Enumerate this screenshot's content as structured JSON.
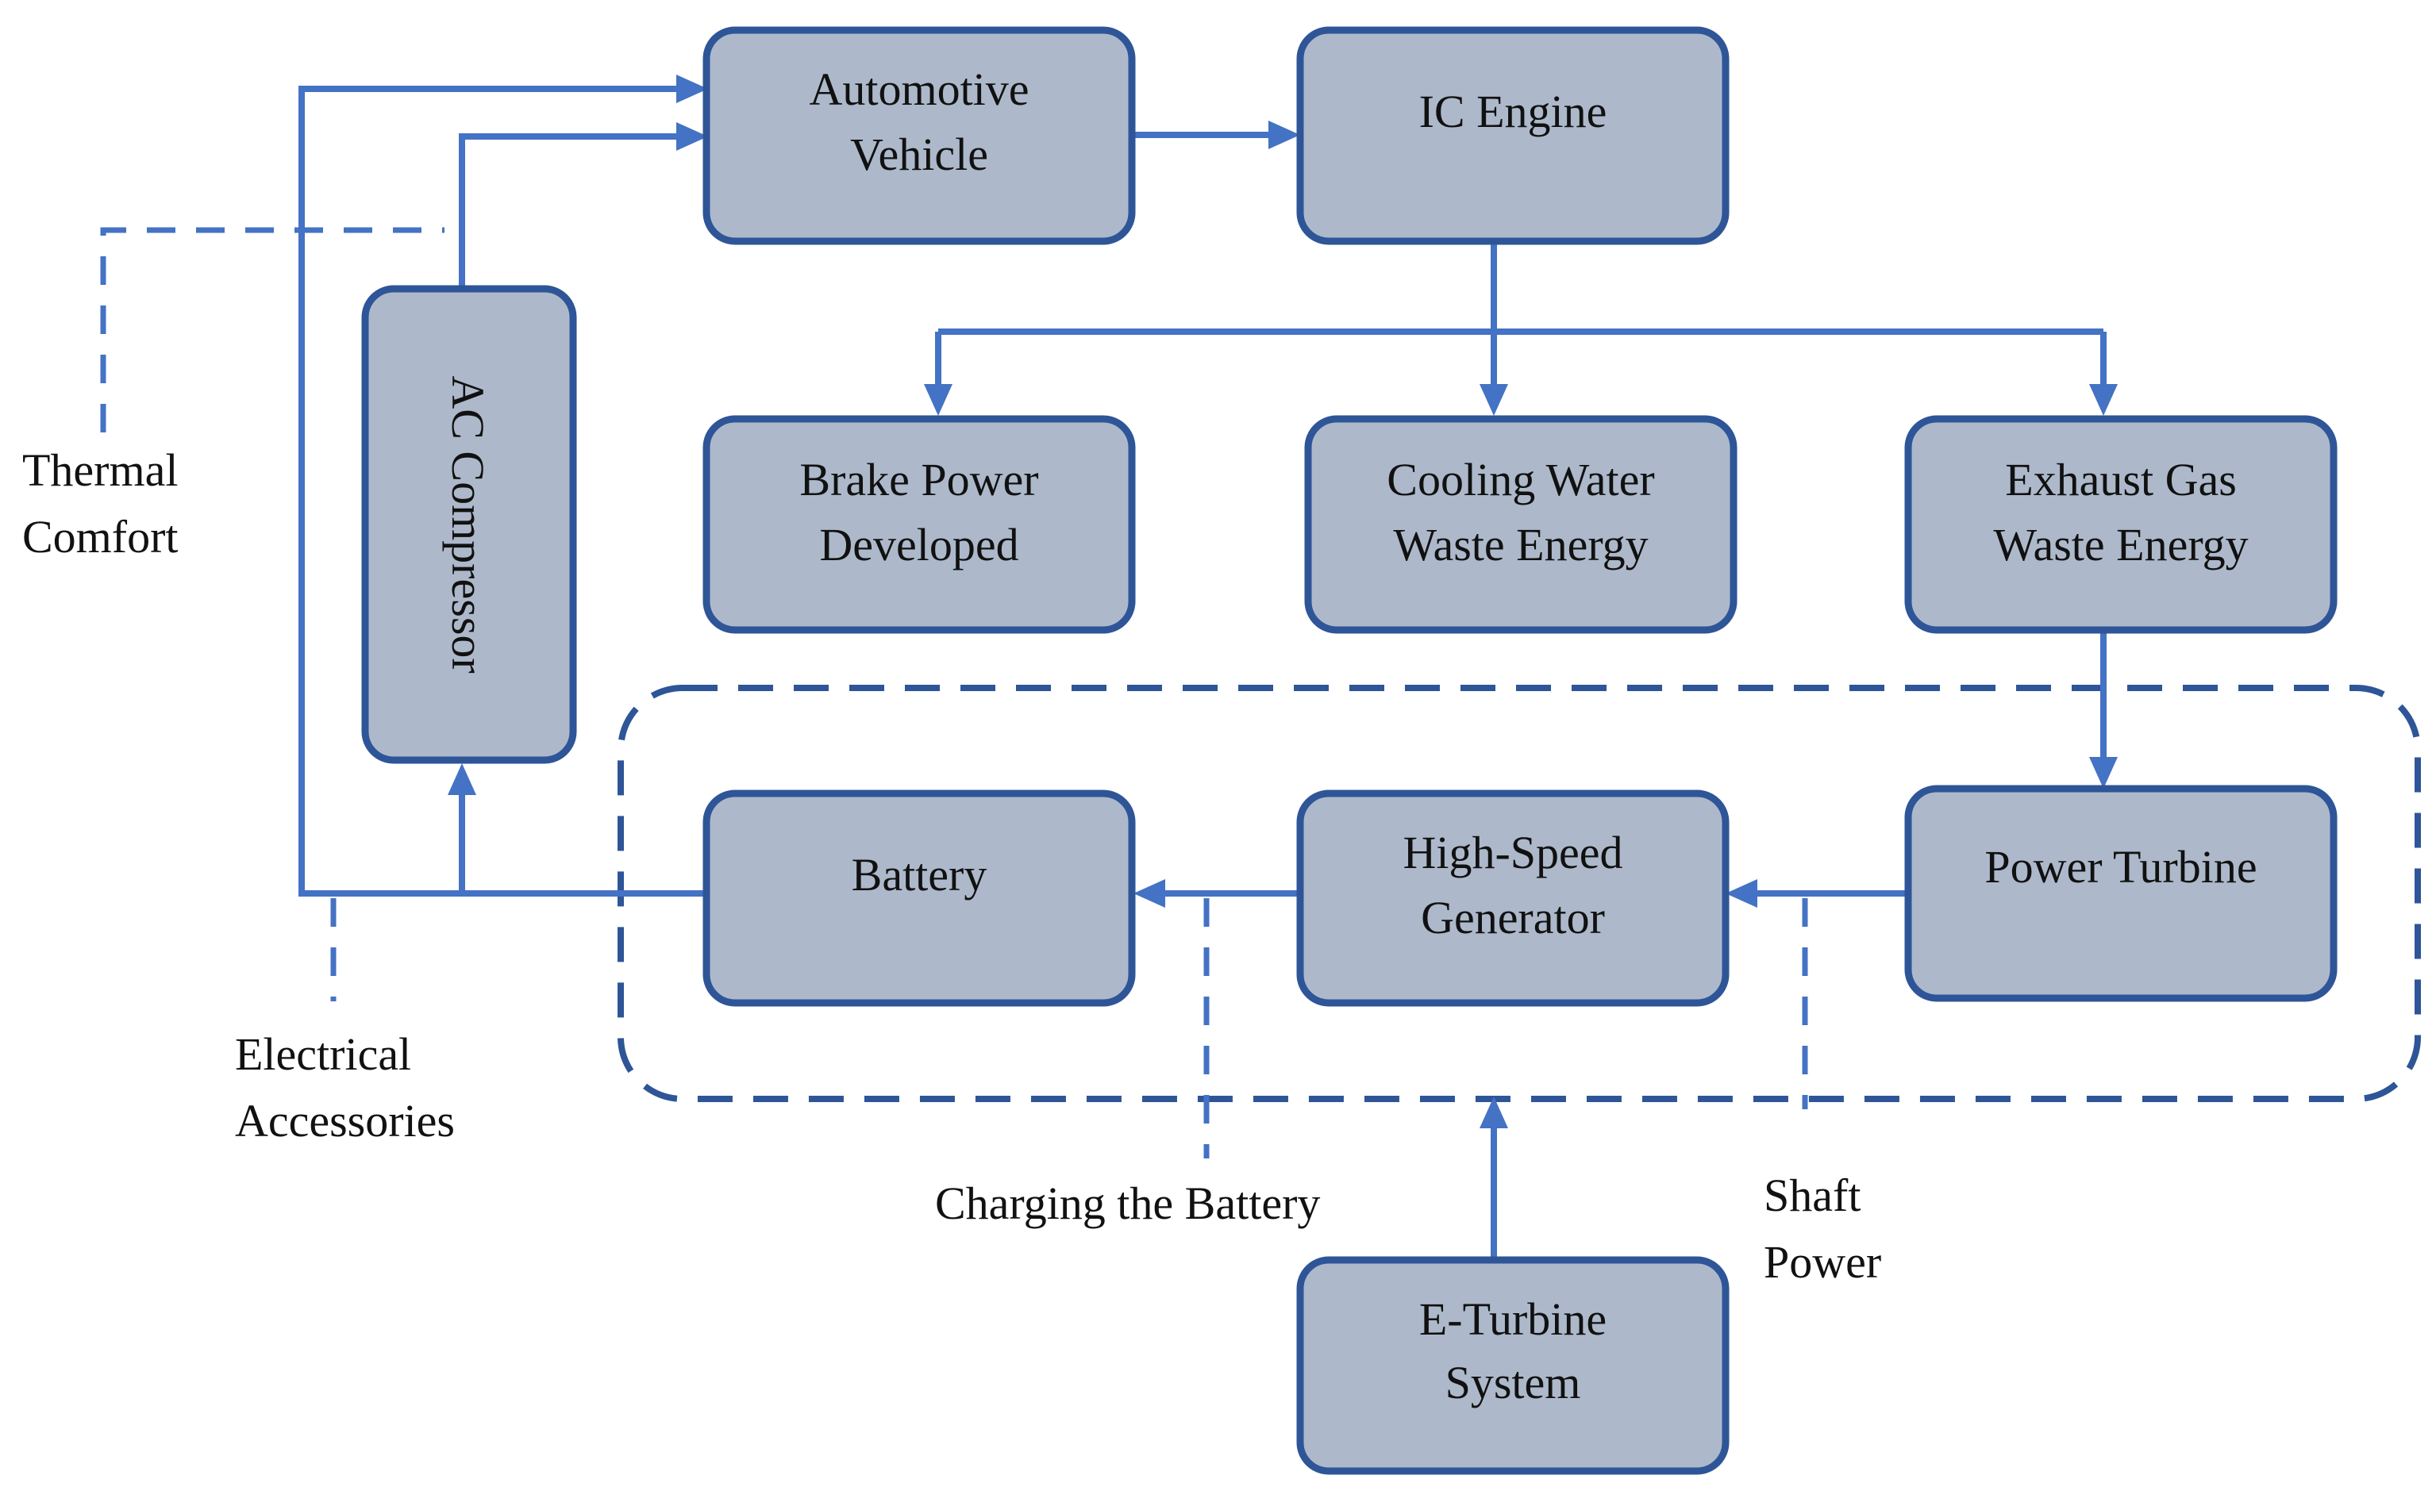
{
  "nodes": {
    "automotive_vehicle": [
      "Automotive",
      "Vehicle"
    ],
    "ic_engine": [
      "IC Engine"
    ],
    "brake_power": [
      "Brake Power",
      "Developed"
    ],
    "cooling_water": [
      "Cooling Water",
      "Waste Energy"
    ],
    "exhaust_gas": [
      "Exhaust Gas",
      "Waste Energy"
    ],
    "ac_compressor": [
      "AC Compressor"
    ],
    "battery": [
      "Battery"
    ],
    "generator": [
      "High-Speed",
      "Generator"
    ],
    "power_turbine": [
      "Power Turbine"
    ],
    "e_turbine": [
      "E-Turbine",
      "System"
    ]
  },
  "labels": {
    "thermal_comfort": [
      "Thermal",
      "Comfort"
    ],
    "electrical_accessories": [
      "Electrical",
      "Accessories"
    ],
    "charging_battery": [
      "Charging the Battery"
    ],
    "shaft_power": [
      "Shaft",
      "Power"
    ]
  },
  "colors": {
    "box_fill": "#adb9ca",
    "box_border": "#2e5597",
    "flow_line": "#4472c4",
    "text": "#111111"
  }
}
